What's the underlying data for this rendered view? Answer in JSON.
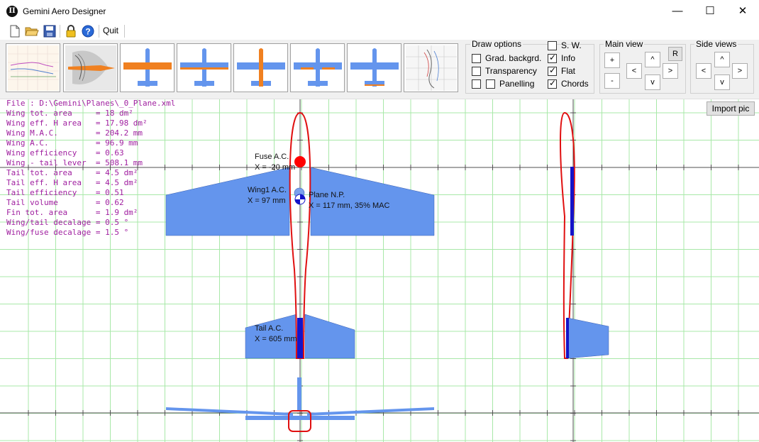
{
  "window": {
    "title": "Gemini Aero Designer",
    "app_icon_glyph": "II",
    "minimize_glyph": "—",
    "maximize_glyph": "☐",
    "close_glyph": "✕"
  },
  "toolbar": {
    "quit_label": "Quit",
    "icons": [
      "new-file-icon",
      "open-folder-icon",
      "save-disk-icon",
      "lock-icon",
      "help-icon"
    ]
  },
  "view_buttons": [
    {
      "name": "view-btn-graph"
    },
    {
      "name": "view-btn-side-pic"
    },
    {
      "name": "view-btn-top-orange-wing"
    },
    {
      "name": "view-btn-top-orange-tips"
    },
    {
      "name": "view-btn-top-orange-fuse"
    },
    {
      "name": "view-btn-top-orange-flaps"
    },
    {
      "name": "view-btn-top-orange-ailerons"
    },
    {
      "name": "view-btn-overlay-pic"
    }
  ],
  "draw_options": {
    "title": "Draw options",
    "grad_background": {
      "label": "Grad. backgrd.",
      "checked": false
    },
    "transparency": {
      "label": "Transparency",
      "checked": false
    },
    "panelling": {
      "label": "Panelling",
      "checked": false
    },
    "panelling_extra_checked": false,
    "sw": {
      "label": "S. W.",
      "checked": false
    },
    "info": {
      "label": "Info",
      "checked": true
    },
    "flat": {
      "label": "Flat",
      "checked": true
    },
    "chords": {
      "label": "Chords",
      "checked": true
    }
  },
  "main_view": {
    "title": "Main view",
    "zoom_in": "+",
    "zoom_out": "-",
    "up": "^",
    "down": "v",
    "left": "<",
    "right": ">",
    "reset": "R"
  },
  "side_views": {
    "title": "Side views",
    "up": "^",
    "down": "v",
    "left": "<",
    "right": ">"
  },
  "import_pic_label": "Import pic",
  "info": {
    "file": "File : D:\\Gemini\\Planes\\_0_Plane.xml",
    "lines": [
      "Wing tot. area     = 18 dm²",
      "Wing eff. H area   = 17.98 dm²",
      "Wing M.A.C.        = 204.2 mm",
      "Wing A.C.          = 96.9 mm",
      "Wing efficiency    = 0.63",
      "Wing - tail lever  = 508.1 mm",
      "Tail tot. area     = 4.5 dm²",
      "Tail eff. H area   = 4.5 dm²",
      "Tail efficiency    = 0.51",
      "Tail volume        = 0.62",
      "Fin tot. area      = 1.9 dm²",
      "Wing/tail decalage = 0.5 °",
      "Wing/fuse decalage = 1.5 °"
    ]
  },
  "annotations": {
    "fuse_ac_title": "Fuse A.C.",
    "fuse_ac_x": "X = -20 mm",
    "wing_ac_title": "Wing1 A.C.",
    "wing_ac_x": "X = 97 mm",
    "plane_np_title": "Plane N.P.",
    "plane_np_x": "X = 117 mm, 35% MAC",
    "tail_ac_title": "Tail A.C.",
    "tail_ac_x": "X = 605 mm"
  },
  "colors": {
    "wing_fill": "#6495ed",
    "fuse_outline": "#e01010",
    "fuse_ac_dot": "#ff0000",
    "chord_dark": "#1414c8",
    "grid": "#a8e8a8",
    "axis": "#505050",
    "info_text": "#a020a0",
    "orange": "#f08020"
  }
}
